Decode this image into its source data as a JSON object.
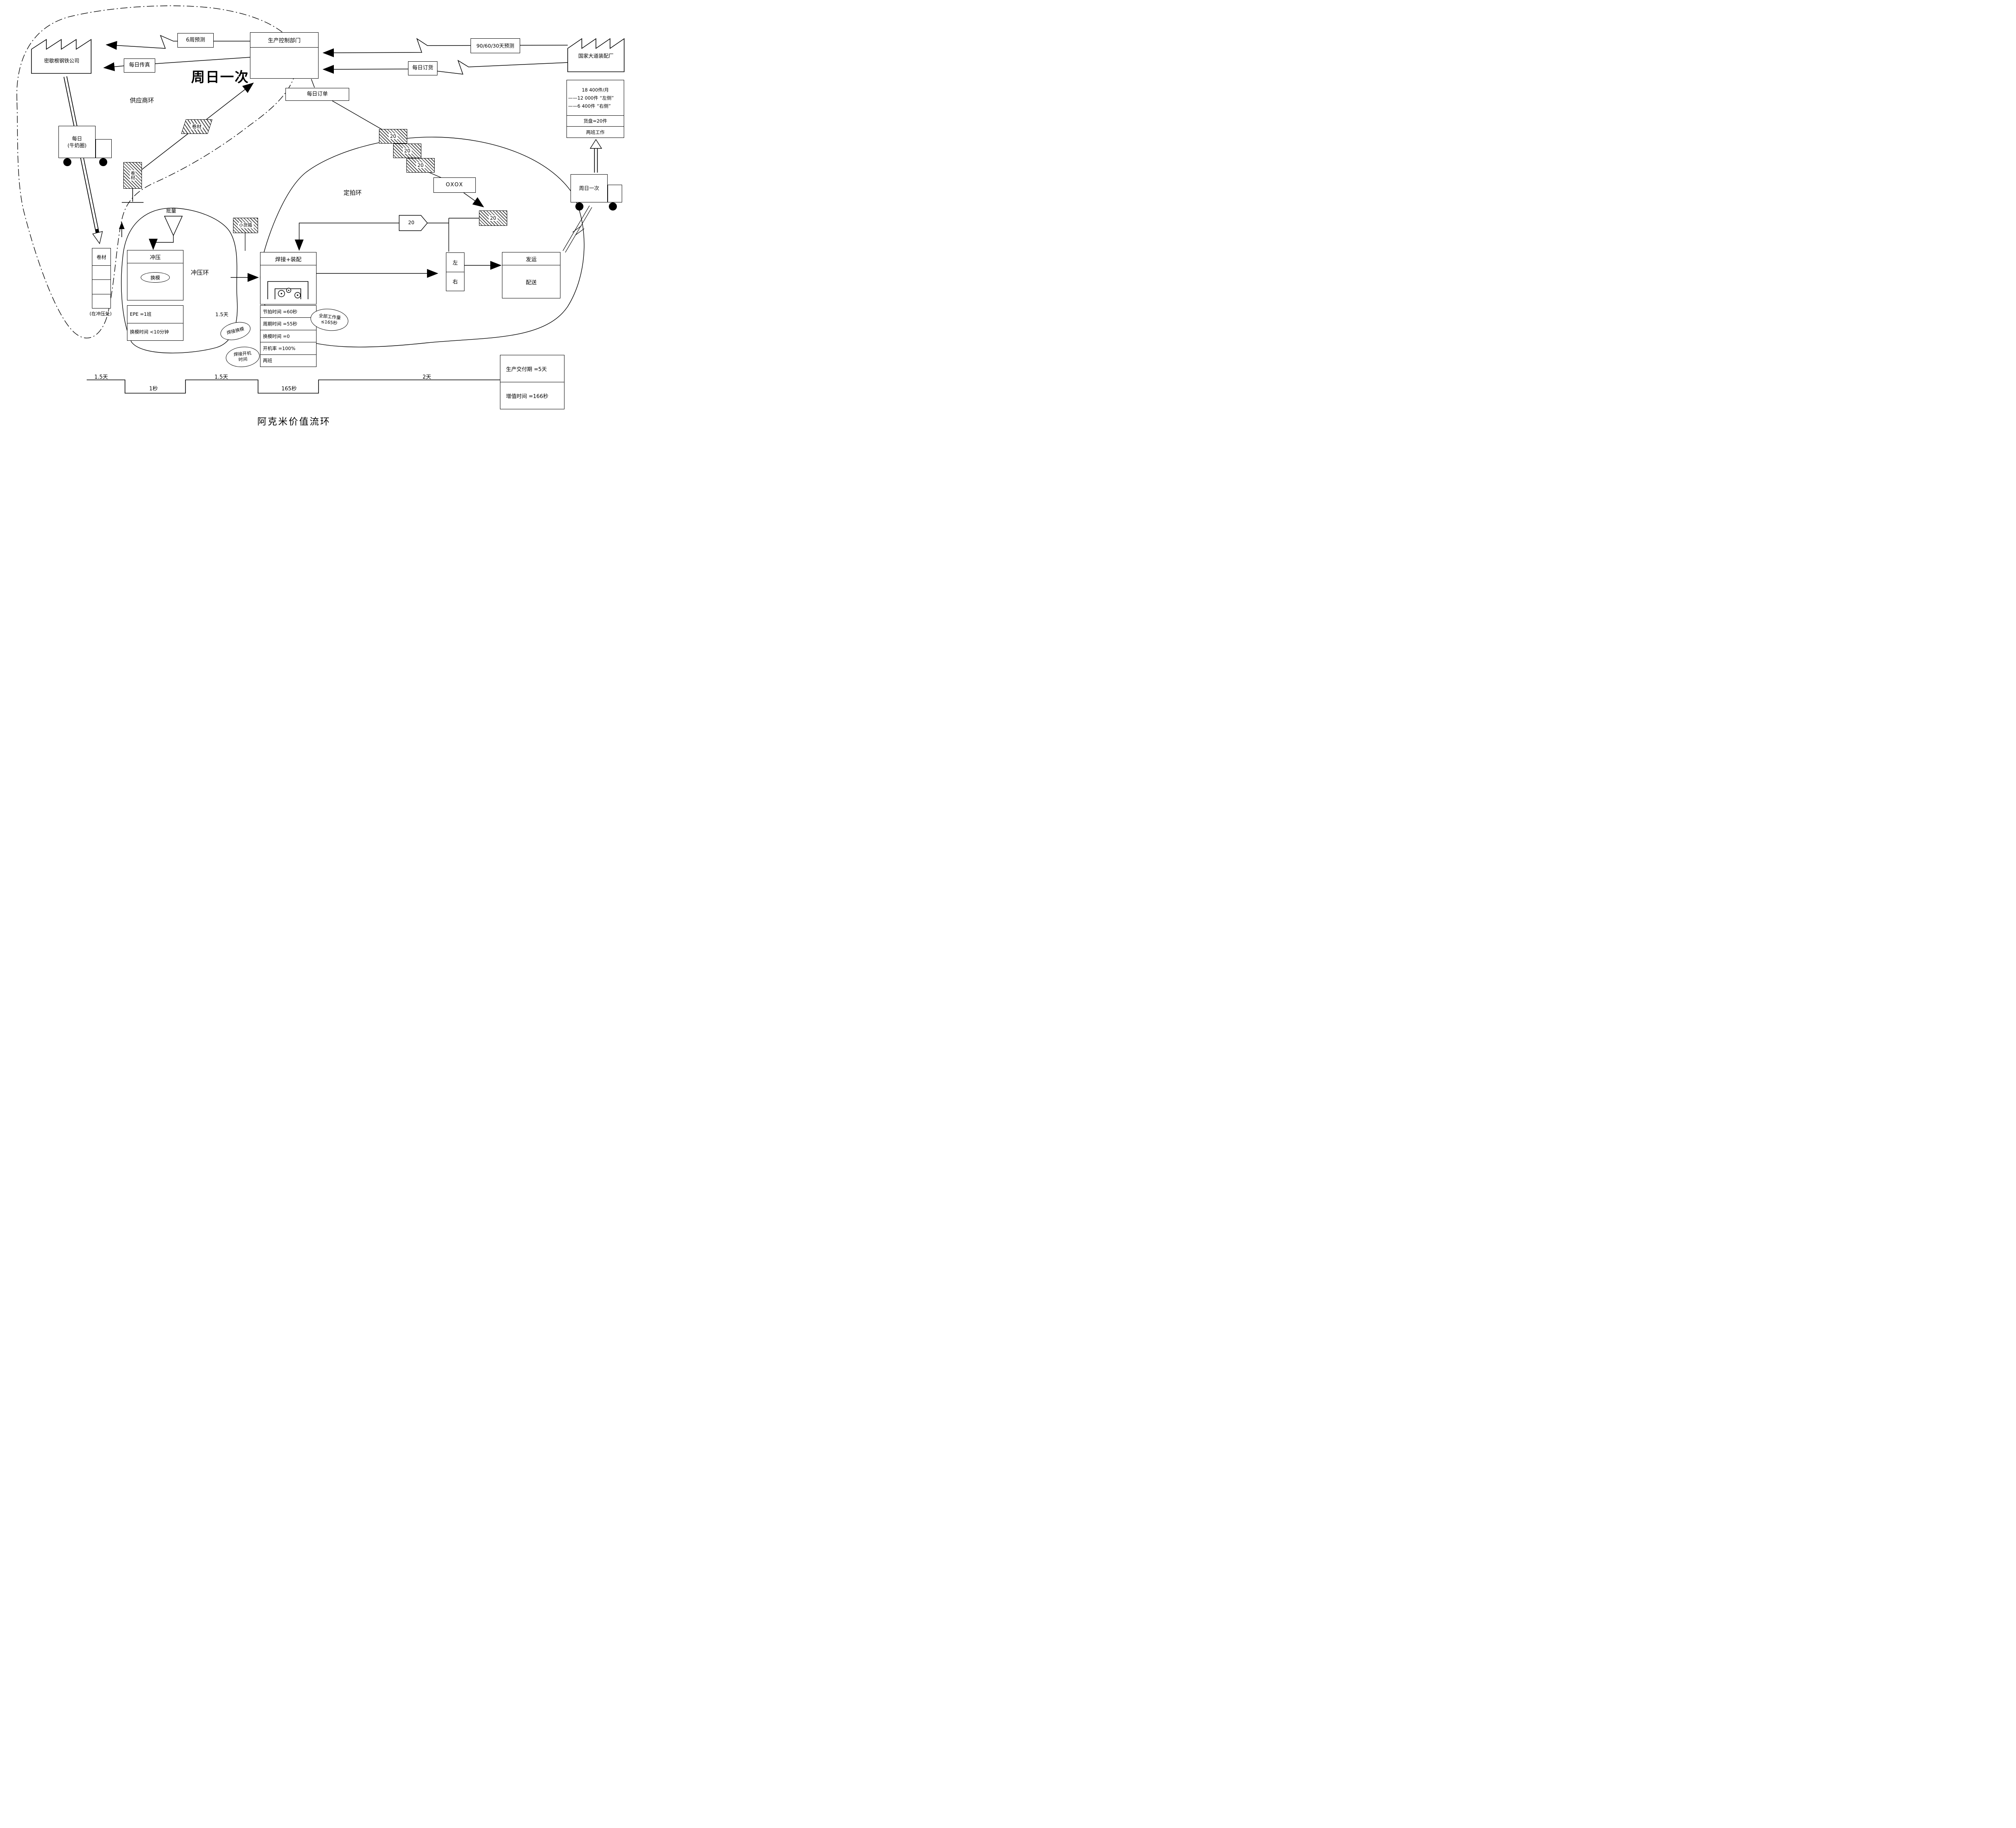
{
  "page": {
    "title": "阿克米价值流环"
  },
  "factories": {
    "left": "密歇根钢铁公司",
    "right": "国家大道装配厂"
  },
  "control": {
    "title": "生产控制部门"
  },
  "info": {
    "forecast6w": "6周预测",
    "daily_fax": "每日传真",
    "weekly_big": "周日一次",
    "forecast_90_60_30": "90/60/30天预测",
    "daily_order_in": "每日订货",
    "daily_order_out": "每日订单",
    "oxox": "OXOX"
  },
  "loops": {
    "supplier": "供应商环",
    "pacemaker": "定拍环",
    "stamping": "冲压环"
  },
  "symbols": {
    "coil_top": "卷材",
    "coil_stand": "卷材",
    "small_bin": "小货箱",
    "batch": "批量",
    "kanban_qty_1": "20",
    "kanban_qty_2": "20",
    "kanban_qty_3": "20",
    "kanban_qty_4": "20",
    "kanban_qty_5": "20"
  },
  "trucks": {
    "left_line1": "每日",
    "left_line2": "(牛奶圈)",
    "right_label": "周日一次"
  },
  "demand": {
    "monthly": "18 400件/月",
    "left_qty": "——12 000件 “左侧”",
    "right_qty": "——6 400件 “右侧”",
    "pallet": "货盘=20件",
    "shifts": "两班工作"
  },
  "stamping": {
    "title": "冲压",
    "changeover": "换模",
    "epe": "EPE =1班",
    "co_time": "换模时间 <10分钟",
    "inventory_label": "卷材",
    "inventory_note": "(在冲压处)",
    "wip_time": "1.5天"
  },
  "weld": {
    "title": "焊接+装配",
    "takt": "节拍时间 =60秒",
    "cycle": "周期时间 =55秒",
    "co": "换模时间 =0",
    "uptime": "开机率 =100%",
    "shifts": "两班"
  },
  "clouds": {
    "work1": "全部工作量",
    "work2": "≤165秒",
    "weld_co": "焊接换模",
    "weld_up1": "焊接开机",
    "weld_up2": "时间"
  },
  "buffer": {
    "left": "左",
    "right": "右"
  },
  "shipping": {
    "title": "发运",
    "mode": "配送"
  },
  "timeline": {
    "seg1": "1.5天",
    "seg2": "1秒",
    "seg3": "1.5天",
    "seg4": "165秒",
    "seg5": "2天"
  },
  "summary": {
    "lead_time": "生产交付期 =5天",
    "va_time": "增值时间 =166秒"
  }
}
